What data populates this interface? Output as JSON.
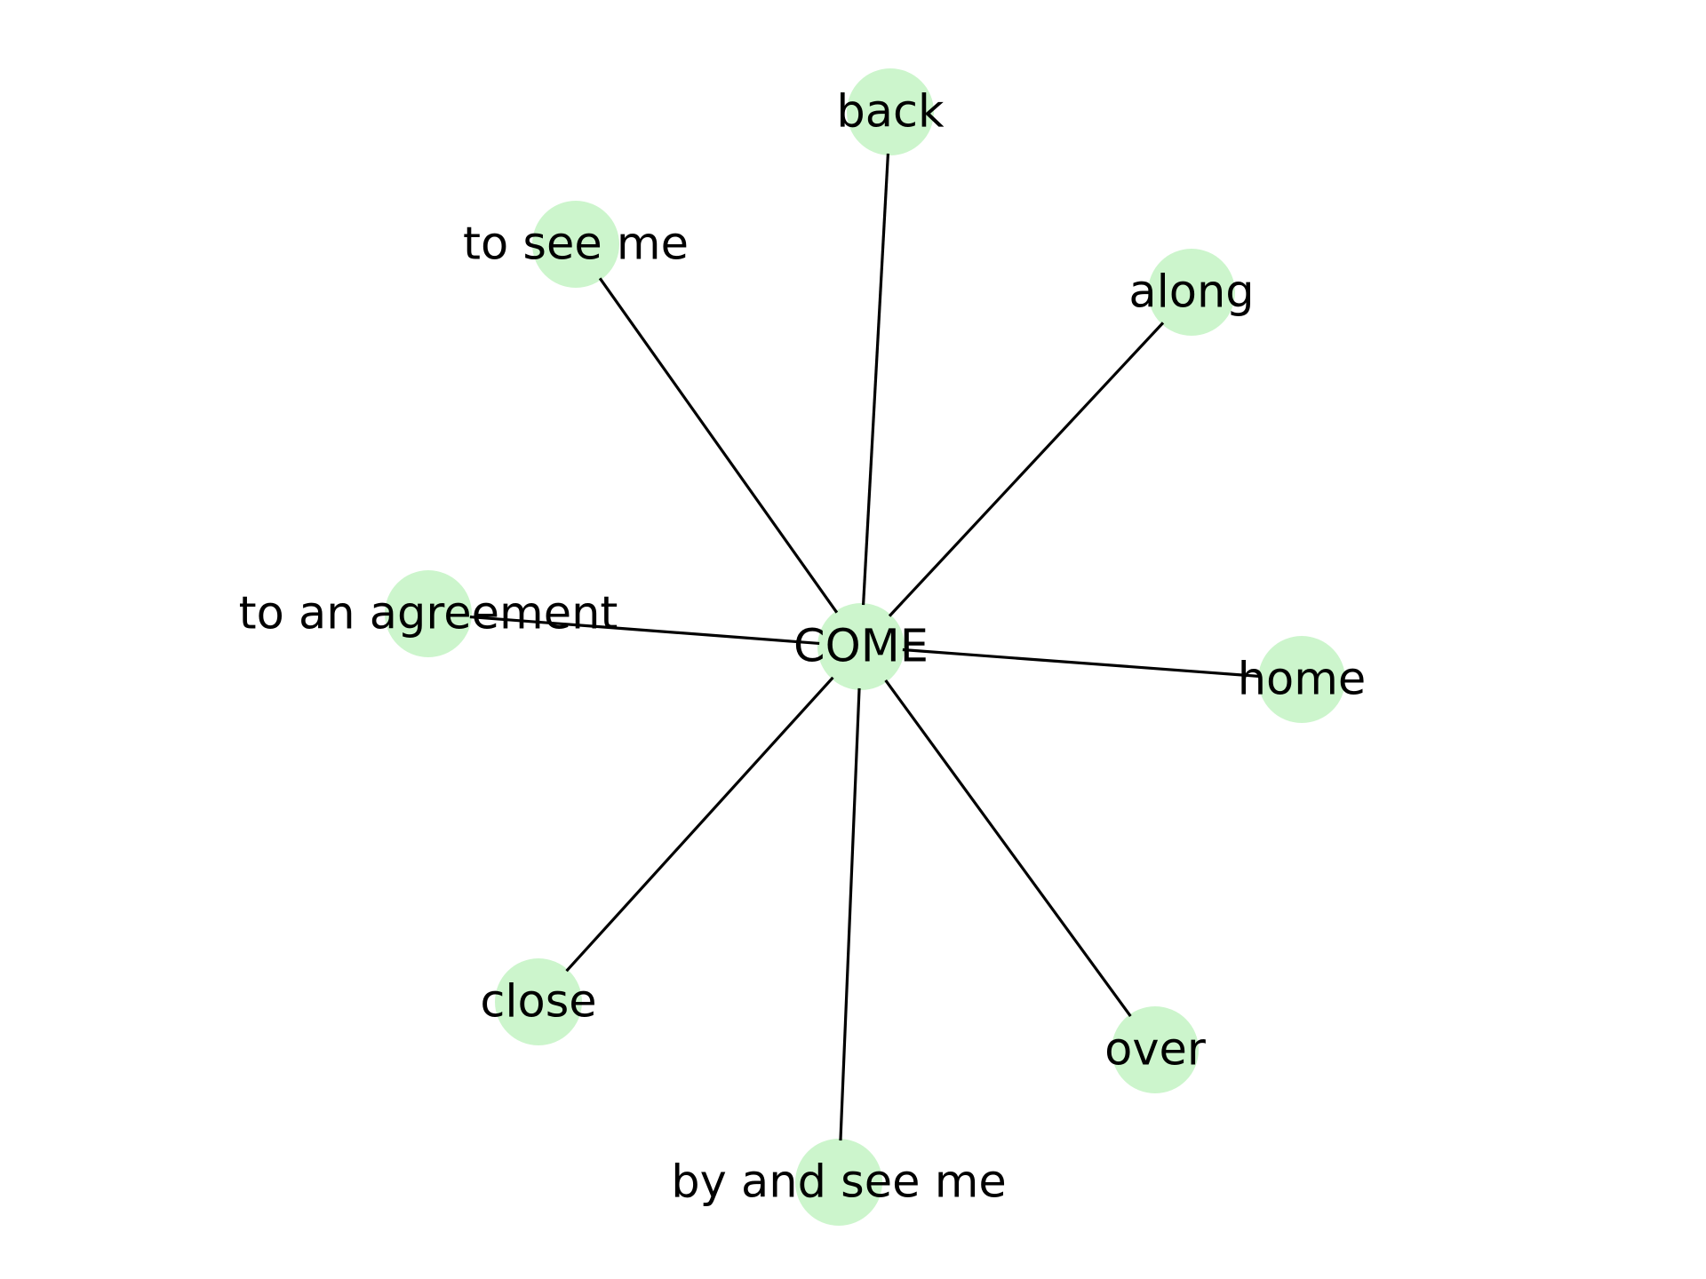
{
  "diagram": {
    "type": "star-graph",
    "center": "COME",
    "nodes": [
      {
        "id": "come",
        "label": "COME",
        "role": "center"
      },
      {
        "id": "back",
        "label": "back"
      },
      {
        "id": "to-see-me",
        "label": "to see me"
      },
      {
        "id": "along",
        "label": "along"
      },
      {
        "id": "to-an-agreement",
        "label": "to an agreement"
      },
      {
        "id": "home",
        "label": "home"
      },
      {
        "id": "close",
        "label": "close"
      },
      {
        "id": "over",
        "label": "over"
      },
      {
        "id": "by-and-see-me",
        "label": "by and see me"
      }
    ],
    "edges": [
      {
        "from": "come",
        "to": "back"
      },
      {
        "from": "come",
        "to": "to-see-me"
      },
      {
        "from": "come",
        "to": "along"
      },
      {
        "from": "come",
        "to": "to-an-agreement"
      },
      {
        "from": "come",
        "to": "home"
      },
      {
        "from": "come",
        "to": "close"
      },
      {
        "from": "come",
        "to": "over"
      },
      {
        "from": "come",
        "to": "by-and-see-me"
      }
    ],
    "node_color": "#ccf5cc",
    "edge_color": "#000000",
    "label_color": "#000000"
  }
}
